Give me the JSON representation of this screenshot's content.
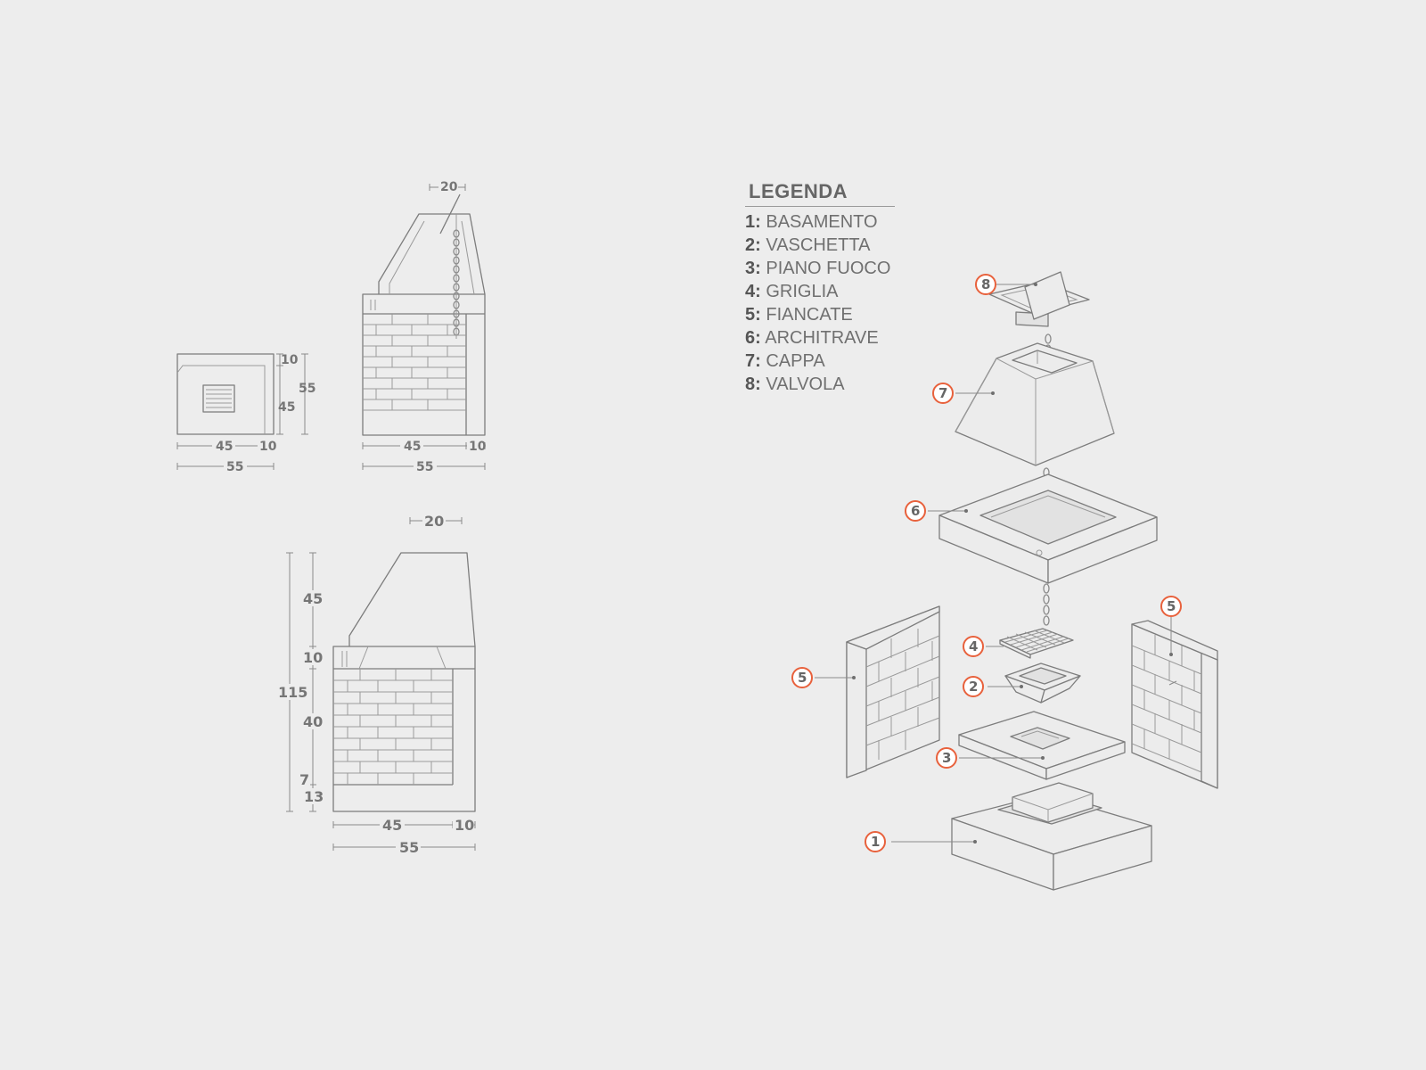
{
  "legend": {
    "title": "LEGENDA",
    "items": [
      {
        "num": "1:",
        "label": "BASAMENTO"
      },
      {
        "num": "2:",
        "label": "VASCHETTA"
      },
      {
        "num": "3:",
        "label": "PIANO FUOCO"
      },
      {
        "num": "4:",
        "label": "GRIGLIA"
      },
      {
        "num": "5:",
        "label": "FIANCATE"
      },
      {
        "num": "6:",
        "label": "ARCHITRAVE"
      },
      {
        "num": "7:",
        "label": "CAPPA"
      },
      {
        "num": "8:",
        "label": "VALVOLA"
      }
    ]
  },
  "top_view": {
    "dims": {
      "d10_right": "10",
      "d55_right": "55",
      "d45_right": "45",
      "d45_bottom": "45",
      "d10_bottom": "10",
      "d55_bottom": "55"
    }
  },
  "side_view": {
    "dims": {
      "d20_top": "20",
      "d45_bottom": "45",
      "d10_bottom": "10",
      "d55_bottom": "55"
    }
  },
  "front_view": {
    "dims": {
      "d20_top": "20",
      "d45_hood": "45",
      "d10_lintel": "10",
      "d115_total": "115",
      "d40_body": "40",
      "d7": "7",
      "d13": "13",
      "d45_bottom": "45",
      "d10_bottom": "10",
      "d55_bottom": "55"
    }
  },
  "callouts": [
    "1",
    "2",
    "3",
    "4",
    "5",
    "5",
    "6",
    "7",
    "8"
  ],
  "colors": {
    "accent": "#e8613c",
    "line": "#7d7d7d",
    "background": "#ededed"
  }
}
